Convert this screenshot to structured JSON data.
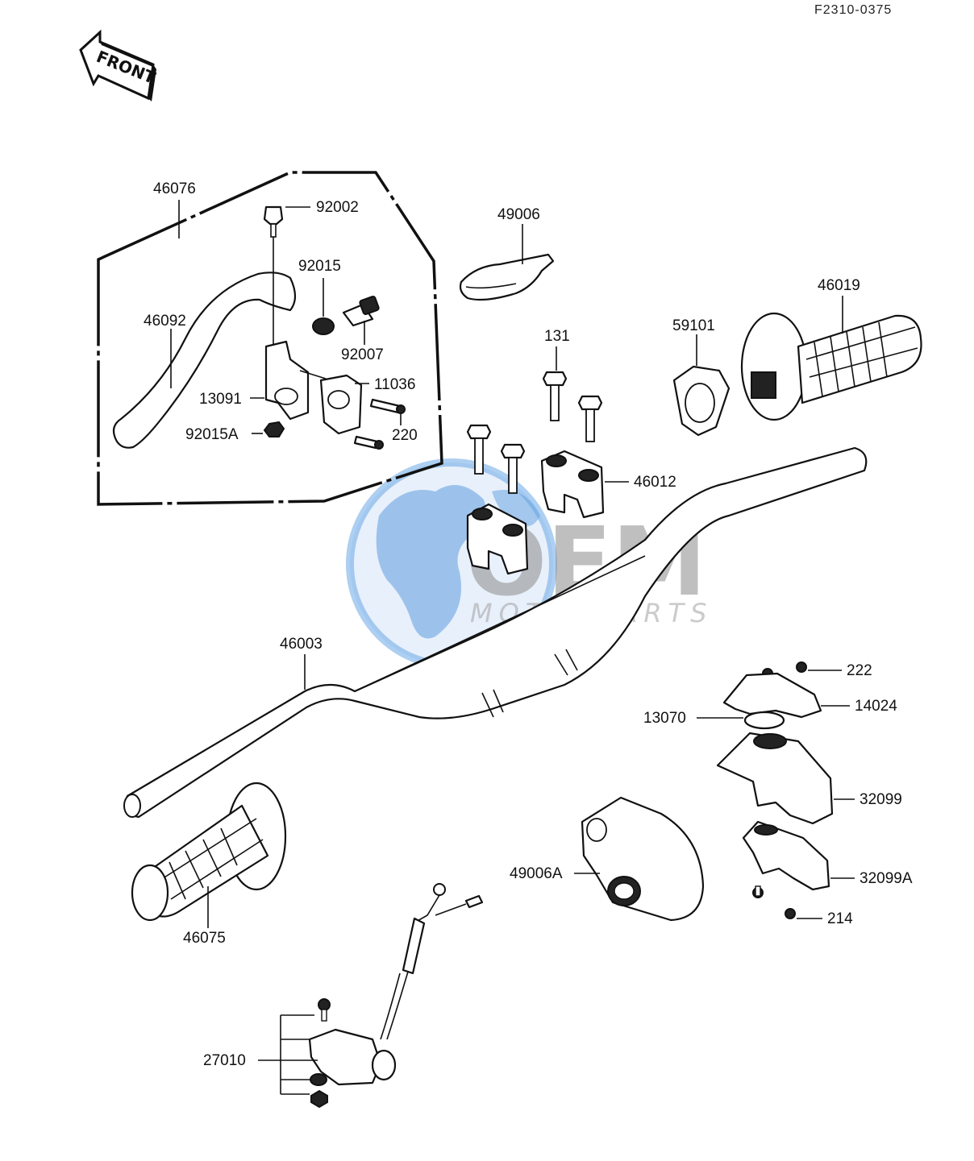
{
  "diagram_code": "F2310-0375",
  "front_arrow_label": "FRONT",
  "watermark": {
    "logo_text": "OEM",
    "sub_text": "MOTORPARTS"
  },
  "parts": {
    "p46076": "46076",
    "p92002": "92002",
    "p92015": "92015",
    "p46092": "46092",
    "p92007": "92007",
    "p11036": "11036",
    "p13091": "13091",
    "p220": "220",
    "p92015A": "92015A",
    "p49006": "49006",
    "p46019": "46019",
    "p59101": "59101",
    "p131": "131",
    "p46012": "46012",
    "p46003": "46003",
    "p222": "222",
    "p14024": "14024",
    "p13070": "13070",
    "p32099": "32099",
    "p49006A": "49006A",
    "p32099A": "32099A",
    "p214": "214",
    "p46075": "46075",
    "p27010": "27010"
  }
}
